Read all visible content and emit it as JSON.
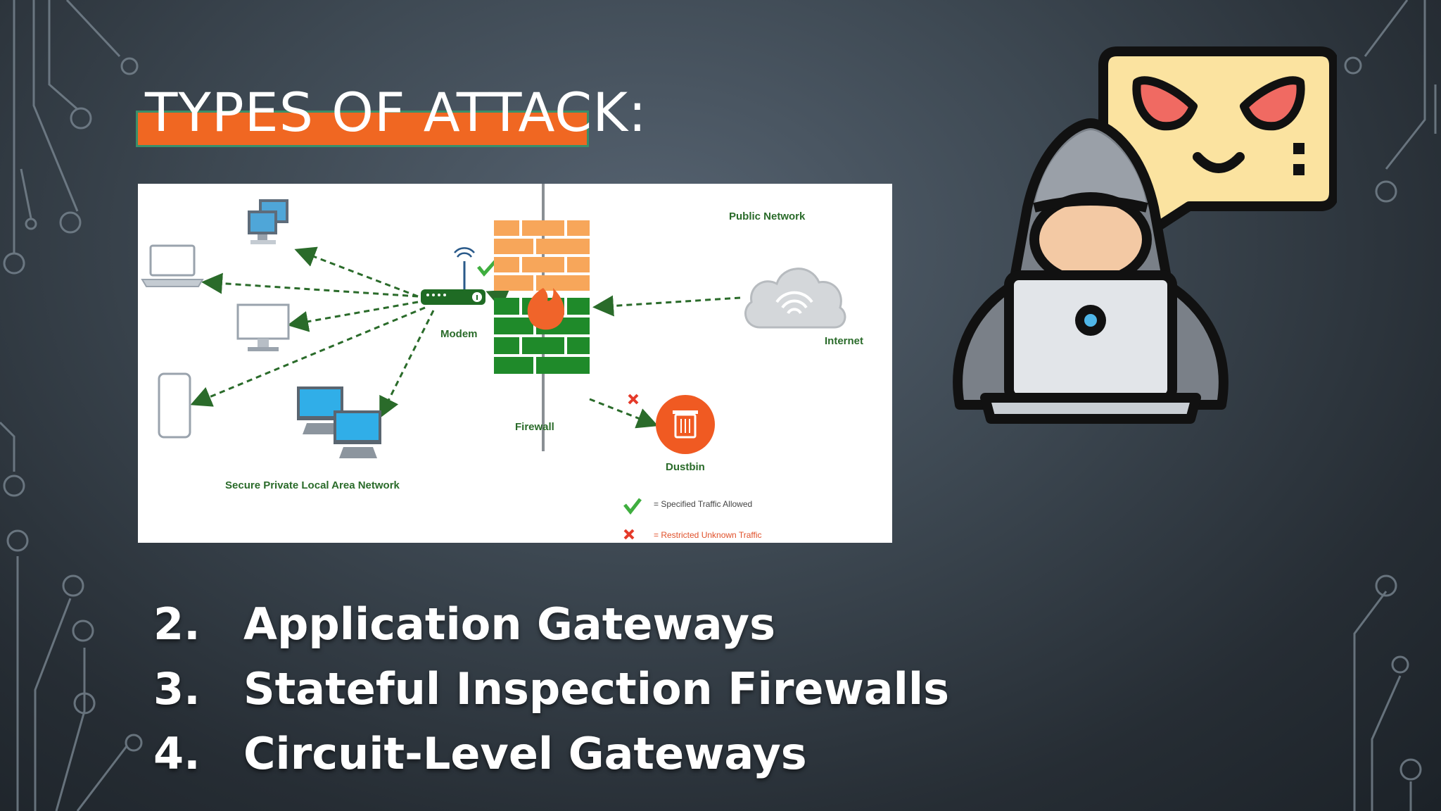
{
  "slide": {
    "title": "TYPES OF ATTACK:",
    "list": [
      {
        "number": "2.",
        "text": "Application Gateways"
      },
      {
        "number": "3.",
        "text": "Stateful Inspection Firewalls"
      },
      {
        "number": "4.",
        "text": "Circuit-Level Gateways"
      }
    ]
  },
  "diagram": {
    "labels": {
      "public_network": "Public Network",
      "modem": "Modem",
      "internet": "Internet",
      "firewall": "Firewall",
      "dustbin": "Dustbin",
      "lan": "Secure Private Local Area Network"
    },
    "legend": [
      {
        "icon": "check-icon",
        "text": "= Specified Traffic Allowed",
        "color": "#444444"
      },
      {
        "icon": "cross-icon",
        "text": "= Restricted Unknown Traffic",
        "color": "#e0502a"
      }
    ]
  },
  "colors": {
    "accent_orange": "#f06722",
    "diagram_green": "#2a6b2a",
    "brick_orange": "#f7a65a",
    "brick_green": "#1f8a2a"
  },
  "illustration": {
    "icon": "hacker-with-laptop-icon"
  }
}
